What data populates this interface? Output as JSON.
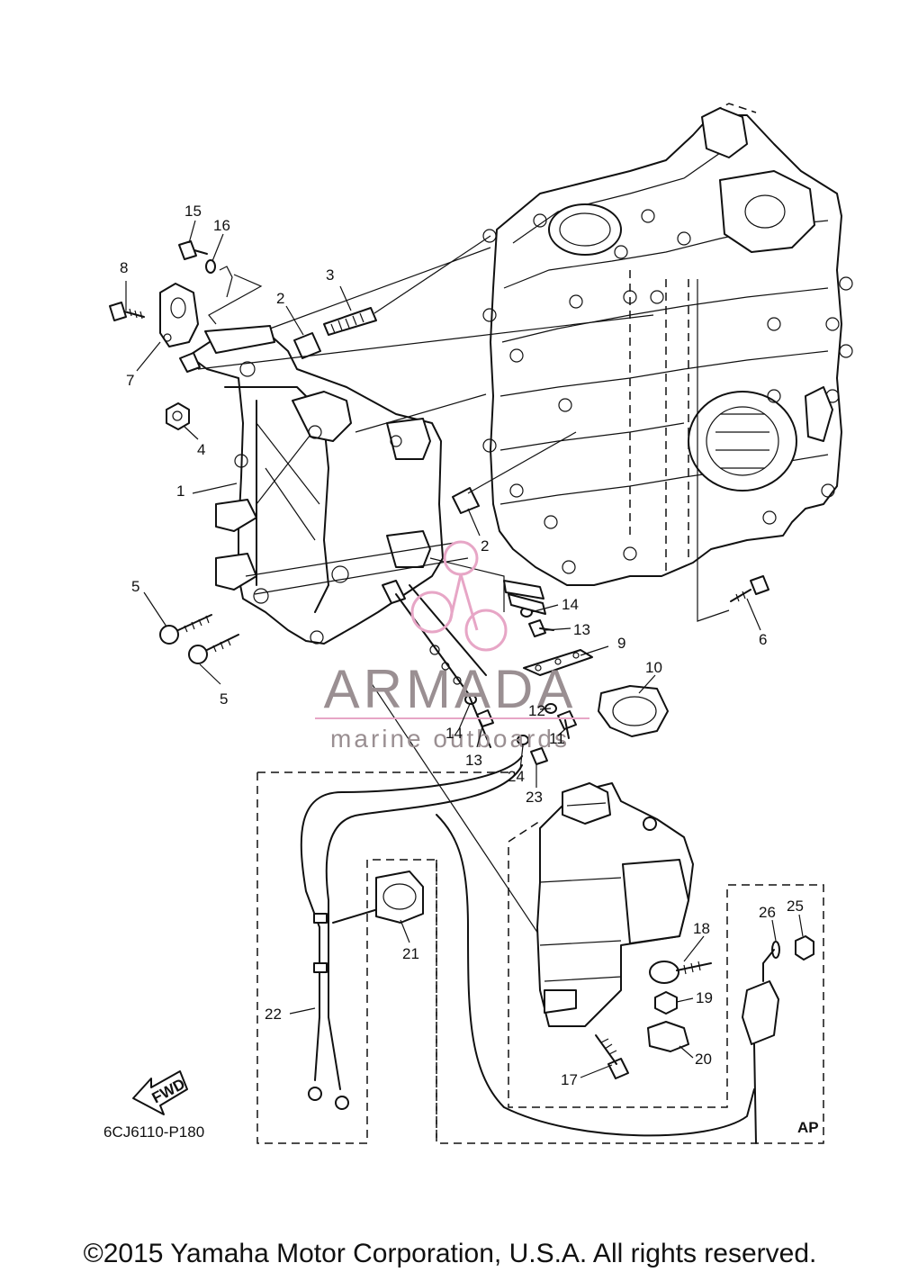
{
  "diagram": {
    "callouts": [
      {
        "id": "1",
        "label": "1"
      },
      {
        "id": "2a",
        "label": "2"
      },
      {
        "id": "2b",
        "label": "2"
      },
      {
        "id": "3",
        "label": "3"
      },
      {
        "id": "4",
        "label": "4"
      },
      {
        "id": "5a",
        "label": "5"
      },
      {
        "id": "5b",
        "label": "5"
      },
      {
        "id": "6",
        "label": "6"
      },
      {
        "id": "7",
        "label": "7"
      },
      {
        "id": "8",
        "label": "8"
      },
      {
        "id": "9",
        "label": "9"
      },
      {
        "id": "10",
        "label": "10"
      },
      {
        "id": "11",
        "label": "11"
      },
      {
        "id": "12",
        "label": "12"
      },
      {
        "id": "13a",
        "label": "13"
      },
      {
        "id": "13b",
        "label": "13"
      },
      {
        "id": "14a",
        "label": "14"
      },
      {
        "id": "14b",
        "label": "14"
      },
      {
        "id": "15",
        "label": "15"
      },
      {
        "id": "16",
        "label": "16"
      },
      {
        "id": "17",
        "label": "17"
      },
      {
        "id": "18",
        "label": "18"
      },
      {
        "id": "19",
        "label": "19"
      },
      {
        "id": "20",
        "label": "20"
      },
      {
        "id": "21",
        "label": "21"
      },
      {
        "id": "22",
        "label": "22"
      },
      {
        "id": "23",
        "label": "23"
      },
      {
        "id": "24",
        "label": "24"
      },
      {
        "id": "25",
        "label": "25"
      },
      {
        "id": "26",
        "label": "26"
      }
    ],
    "fwd_label": "FWD",
    "diagram_code": "6CJ6110-P180",
    "ap_label": "AP"
  },
  "watermark": {
    "brand": "ARMADA",
    "tagline": "marine outboards",
    "text_color": "#9a8f92",
    "logo_color": "#e7a6c6"
  },
  "footer": {
    "copyright": "©2015 Yamaha Motor Corporation, U.S.A. All rights reserved."
  }
}
